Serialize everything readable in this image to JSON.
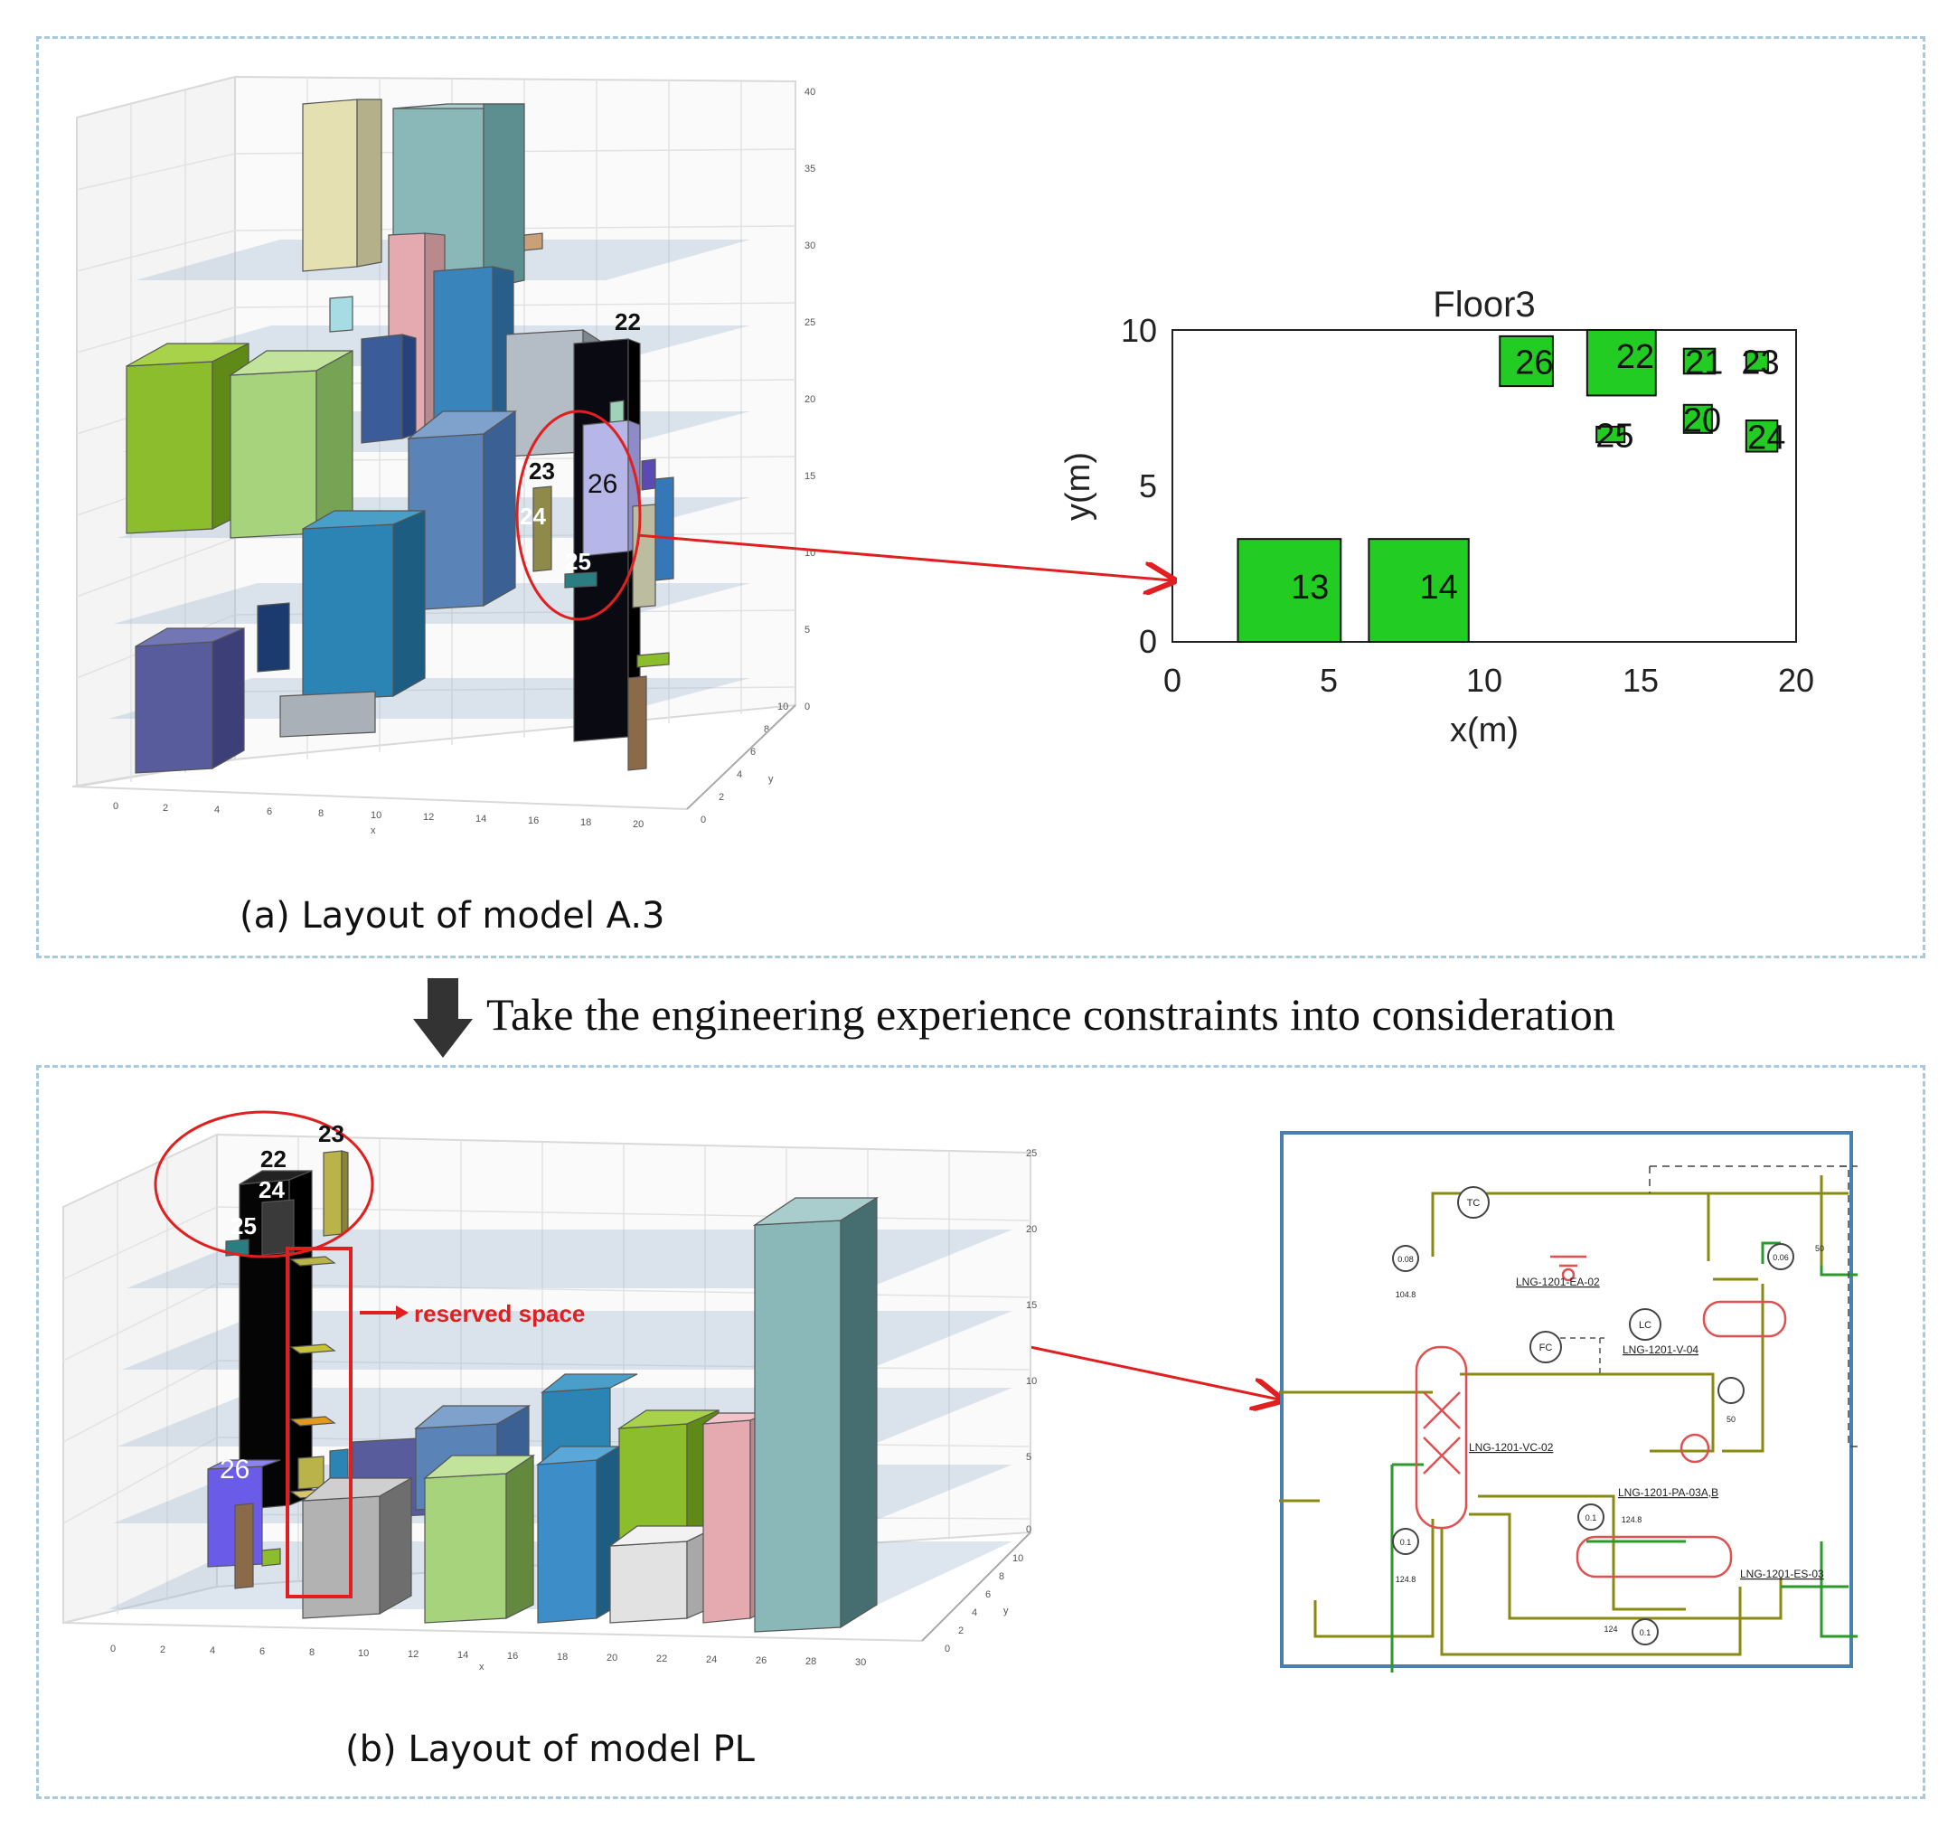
{
  "panel_a": {
    "caption": "(a) Layout of model A.3",
    "view3d": {
      "labels": [
        "22",
        "23",
        "24",
        "25",
        "26"
      ],
      "z_ticks": [
        "0",
        "5",
        "10",
        "15",
        "20",
        "25",
        "30",
        "35",
        "40"
      ],
      "x_ticks": [
        "0",
        "2",
        "4",
        "6",
        "8",
        "10",
        "12",
        "14",
        "16",
        "18",
        "20"
      ],
      "y_ticks": [
        "0",
        "2",
        "4",
        "6",
        "8",
        "10"
      ],
      "x_axis_label": "x",
      "y_axis_label": "y"
    }
  },
  "transition": {
    "text": "Take the engineering experience constraints into consideration"
  },
  "panel_b": {
    "caption": "(b) Layout of model PL",
    "reserved_label": "reserved space",
    "view3d": {
      "labels": [
        "22",
        "23",
        "24",
        "25",
        "26"
      ],
      "z_ticks": [
        "0",
        "5",
        "10",
        "15",
        "20",
        "25"
      ],
      "x_ticks": [
        "0",
        "2",
        "4",
        "6",
        "8",
        "10",
        "12",
        "14",
        "16",
        "18",
        "20",
        "22",
        "24",
        "26",
        "28",
        "30"
      ],
      "y_ticks": [
        "0",
        "2",
        "4",
        "6",
        "8",
        "10"
      ],
      "x_axis_label": "x",
      "y_axis_label": "y"
    }
  },
  "pid": {
    "tags": [
      "LNG-1201-EA-02",
      "LNG-1201-V-04",
      "LNG-1201-VC-02",
      "LNG-1201-PA-03A,B",
      "LNG-1201-ES-03"
    ],
    "instruments": [
      "TC",
      "LC",
      "FC"
    ],
    "values": [
      "0.08",
      "104.8",
      "0.06",
      "50",
      "50",
      "0.1",
      "124.8",
      "124.8",
      "0.1",
      "124",
      "0.1"
    ]
  },
  "chart_data": {
    "type": "scatter",
    "title": "Floor3",
    "xlabel": "x(m)",
    "ylabel": "y(m)",
    "xlim": [
      0,
      20
    ],
    "ylim": [
      0,
      10
    ],
    "xticks": [
      "0",
      "5",
      "10",
      "15",
      "20"
    ],
    "yticks": [
      "0",
      "5",
      "10"
    ],
    "grid": false,
    "color": "#22cc22",
    "equipment": [
      {
        "label": "13",
        "x0": 2.1,
        "x1": 5.4,
        "y0": 0,
        "y1": 3.3
      },
      {
        "label": "14",
        "x0": 6.3,
        "x1": 9.5,
        "y0": 0,
        "y1": 3.3
      },
      {
        "label": "26",
        "x0": 10.5,
        "x1": 12.2,
        "y0": 8.2,
        "y1": 9.8
      },
      {
        "label": "22",
        "x0": 13.3,
        "x1": 15.5,
        "y0": 7.9,
        "y1": 10.0
      },
      {
        "label": "21",
        "x0": 16.4,
        "x1": 17.4,
        "y0": 8.6,
        "y1": 9.4
      },
      {
        "label": "23",
        "x0": 18.4,
        "x1": 19.1,
        "y0": 8.7,
        "y1": 9.3
      },
      {
        "label": "20",
        "x0": 16.4,
        "x1": 17.3,
        "y0": 6.7,
        "y1": 7.6
      },
      {
        "label": "25",
        "x0": 13.6,
        "x1": 14.5,
        "y0": 6.4,
        "y1": 6.9
      },
      {
        "label": "24",
        "x0": 18.4,
        "x1": 19.4,
        "y0": 6.1,
        "y1": 7.1
      }
    ]
  }
}
